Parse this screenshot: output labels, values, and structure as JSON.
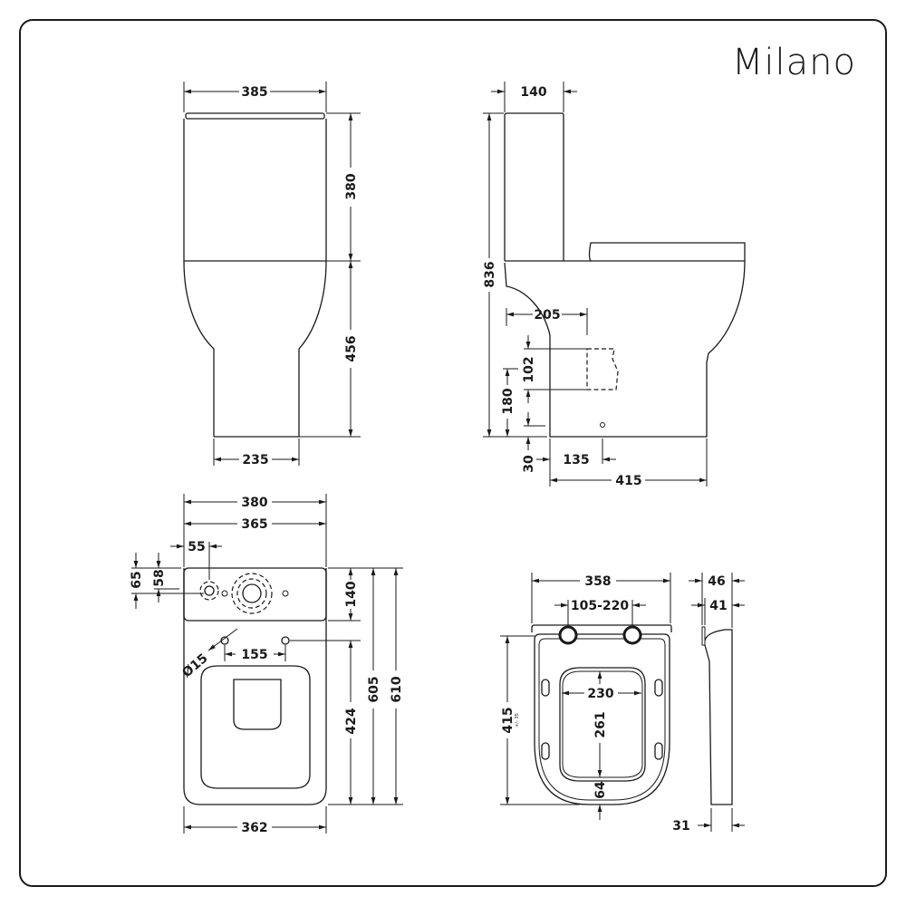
{
  "brand": "Milano",
  "front_view": {
    "width_top": "385",
    "cistern_height": "380",
    "pan_height": "456",
    "base_width": "235"
  },
  "side_view": {
    "cistern_depth": "140",
    "total_height": "836",
    "outlet_offset": "205",
    "outlet_diameter": "102",
    "outlet_height": "180",
    "fixing_height": "30",
    "fixing_offset": "135",
    "projection": "415"
  },
  "plan_view": {
    "overall_width": "380",
    "cistern_width": "365",
    "inlet_offset": "55",
    "inlet_depth_a": "65",
    "inlet_depth_b": "58",
    "cistern_depth": "140",
    "fixing_hole_diameter": "Ø15",
    "fixing_spacing": "155",
    "fix_to_front": "424",
    "length_a": "605",
    "length_b": "610",
    "base_width": "362"
  },
  "seat": {
    "width": "358",
    "hinge_spacing": "105-220",
    "aperture_width": "230",
    "aperture_length": "261",
    "front_rim": "64",
    "length": "415",
    "length_tolerance": "+/- 35",
    "thickness_overall": "46",
    "thickness_hinge": "41",
    "thickness_lid": "31"
  }
}
